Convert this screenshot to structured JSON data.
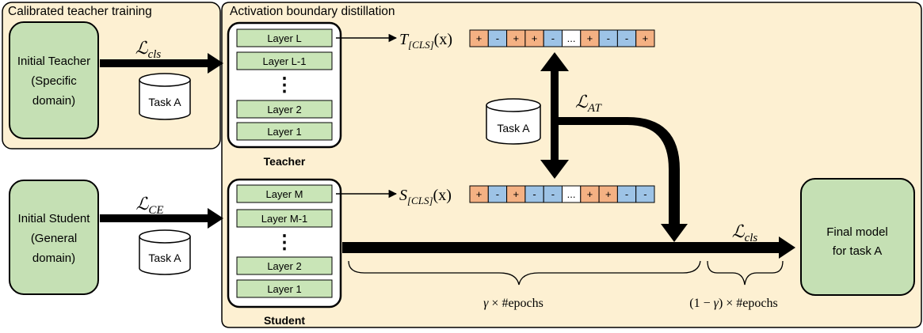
{
  "panels": {
    "calibrated_title": "Calibrated teacher training",
    "distillation_title": "Activation boundary distillation"
  },
  "initial_teacher": {
    "line1": "Initial Teacher",
    "line2": "(Specific",
    "line3": "domain)"
  },
  "initial_student": {
    "line1": "Initial Student",
    "line2": "(General",
    "line3": "domain)"
  },
  "task_label": "Task A",
  "teacher": {
    "caption": "Teacher",
    "layers": [
      "Layer L",
      "Layer L-1",
      "Layer 2",
      "Layer 1"
    ],
    "output_symbol": "T",
    "output_subscript": "[CLS]",
    "output_arg": "(x)",
    "signs": [
      "+",
      "-",
      "+",
      "+",
      "-",
      "...",
      "+",
      "-",
      "-",
      "+"
    ]
  },
  "student": {
    "caption": "Student",
    "layers": [
      "Layer M",
      "Layer M-1",
      "Layer 2",
      "Layer 1"
    ],
    "output_symbol": "S",
    "output_subscript": "[CLS]",
    "output_arg": "(x)",
    "signs": [
      "+",
      "-",
      "+",
      "-",
      "-",
      "...",
      "+",
      "+",
      "-",
      "-"
    ]
  },
  "vdots": "⋮",
  "losses": {
    "teacher_cls": {
      "symbol": "ℒ",
      "sub": "cls"
    },
    "student_ce": {
      "symbol": "ℒ",
      "sub": "CE"
    },
    "at": {
      "symbol": "ℒ",
      "sub": "AT"
    },
    "final_cls": {
      "symbol": "ℒ",
      "sub": "cls"
    }
  },
  "final_model": {
    "line1": "Final model",
    "line2": "for task A"
  },
  "schedule": {
    "phase1": {
      "gamma": "γ",
      "rest": " × #epochs"
    },
    "phase2": {
      "prefix": "(1 − ",
      "gamma": "γ",
      "rest": ") × #epochs"
    }
  },
  "colors": {
    "panel_fill": "#fdf0d2",
    "green_fill": "#c5e0b4",
    "green_layer": "#c9e5b7",
    "plus_fill": "#f4b183",
    "minus_fill": "#9dc3e6",
    "neutral_fill": "#ffffff",
    "stroke": "#000000"
  }
}
